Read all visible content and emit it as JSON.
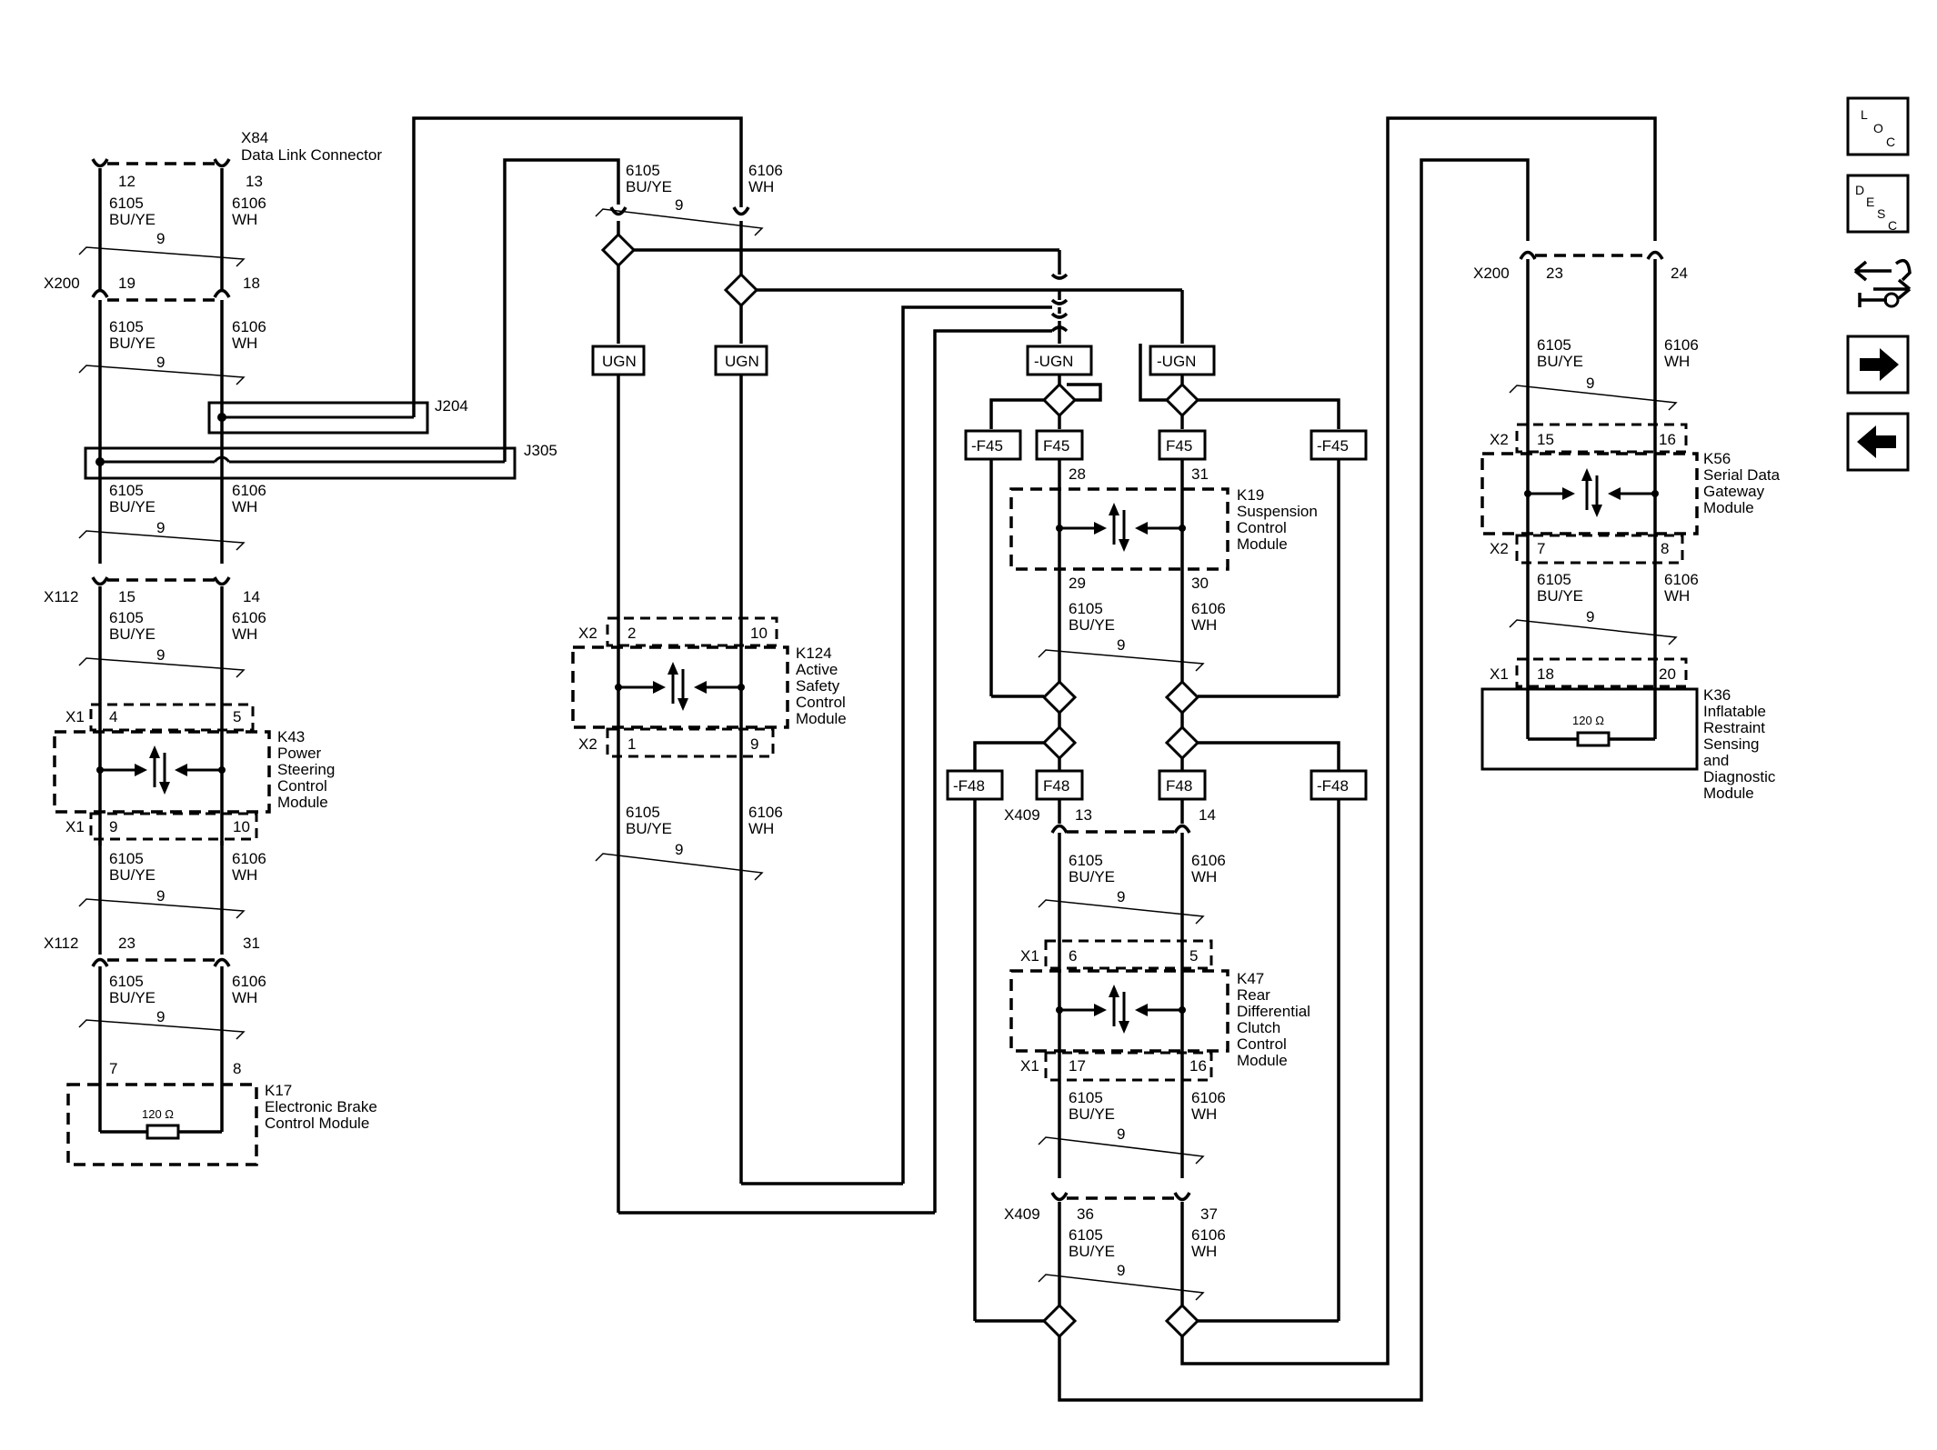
{
  "connectors": {
    "x84": {
      "ref": "X84",
      "name": "Data Link Connector",
      "pin_a": "12",
      "pin_b": "13"
    },
    "x200_left": {
      "ref": "X200",
      "pin_a": "19",
      "pin_b": "18"
    },
    "x112_upper": {
      "ref": "X112",
      "pin_a": "15",
      "pin_b": "14"
    },
    "x112_lower": {
      "ref": "X112",
      "pin_a": "23",
      "pin_b": "31"
    },
    "x409_upper": {
      "ref": "X409",
      "pin_a": "13",
      "pin_b": "14"
    },
    "x409_lower": {
      "ref": "X409",
      "pin_a": "36",
      "pin_b": "37"
    },
    "x200_right": {
      "ref": "X200",
      "pin_a": "23",
      "pin_b": "24"
    }
  },
  "splices": {
    "j204": "J204",
    "j305": "J305"
  },
  "wires": {
    "circuit_a": "6105",
    "color_a": "BU/YE",
    "circuit_b": "6106",
    "color_b": "WH",
    "twist": "9"
  },
  "modules": {
    "k43": {
      "ref": "K43",
      "line1": "Power",
      "line2": "Steering",
      "line3": "Control",
      "line4": "Module",
      "conn": "X1",
      "pin_a": "4",
      "pin_b": "5",
      "pin_c": "9",
      "pin_d": "10"
    },
    "k17": {
      "ref": "K17",
      "line1": "Electronic Brake",
      "line2": "Control Module",
      "pin_a": "7",
      "pin_b": "8",
      "resistor": "120 Ω"
    },
    "k124": {
      "ref": "K124",
      "line1": "Active",
      "line2": "Safety",
      "line3": "Control",
      "line4": "Module",
      "conn": "X2",
      "pin_a": "2",
      "pin_b": "10",
      "pin_c": "1",
      "pin_d": "9"
    },
    "k19": {
      "ref": "K19",
      "line1": "Suspension",
      "line2": "Control",
      "line3": "Module",
      "pin_a": "28",
      "pin_b": "31",
      "pin_c": "29",
      "pin_d": "30"
    },
    "k47": {
      "ref": "K47",
      "line1": "Rear",
      "line2": "Differential",
      "line3": "Clutch",
      "line4": "Control",
      "line5": "Module",
      "conn": "X1",
      "pin_a": "6",
      "pin_b": "5",
      "pin_c": "17",
      "pin_d": "16"
    },
    "k56": {
      "ref": "K56",
      "line1": "Serial Data",
      "line2": "Gateway",
      "line3": "Module",
      "conn": "X2",
      "pin_a": "15",
      "pin_b": "16",
      "pin_c": "7",
      "pin_d": "8"
    },
    "k36": {
      "ref": "K36",
      "line1": "Inflatable",
      "line2": "Restraint",
      "line3": "Sensing",
      "line4": "and",
      "line5": "Diagnostic",
      "line6": "Module",
      "conn": "X1",
      "pin_a": "18",
      "pin_b": "20",
      "resistor": "120 Ω"
    }
  },
  "options": {
    "ugn": "UGN",
    "not_ugn": "-UGN",
    "f45": "F45",
    "not_f45": "-F45",
    "f48": "F48",
    "not_f48": "-F48"
  },
  "nav": {
    "loc": {
      "l1": "L",
      "l2": "O",
      "l3": "C"
    },
    "desc": {
      "l1": "D",
      "l2": "E",
      "l3": "S",
      "l4": "C"
    }
  }
}
